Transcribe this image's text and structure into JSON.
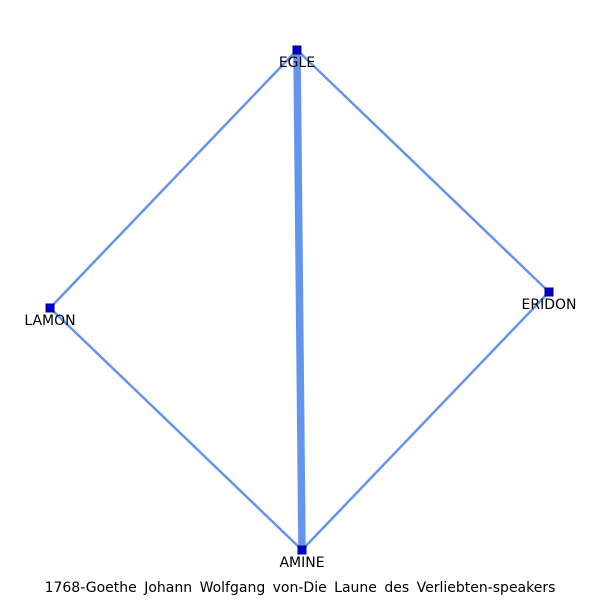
{
  "caption": "1768-Goethe Johann Wolfgang von-Die Laune des Verliebten-speakers",
  "colors": {
    "edge": "#6495ed",
    "node": "#0000cd",
    "node_stroke": "#00008b",
    "label": "#000000"
  },
  "nodes": [
    {
      "id": "egle",
      "label": "EGLE"
    },
    {
      "id": "lamon",
      "label": "LAMON"
    },
    {
      "id": "eridon",
      "label": "ERIDON"
    },
    {
      "id": "amine",
      "label": "AMINE"
    }
  ],
  "edges": [
    {
      "source": "egle",
      "target": "lamon",
      "weight": 1
    },
    {
      "source": "egle",
      "target": "eridon",
      "weight": 1
    },
    {
      "source": "egle",
      "target": "amine",
      "weight": 3
    },
    {
      "source": "lamon",
      "target": "amine",
      "weight": 1
    },
    {
      "source": "eridon",
      "target": "amine",
      "weight": 1
    }
  ]
}
